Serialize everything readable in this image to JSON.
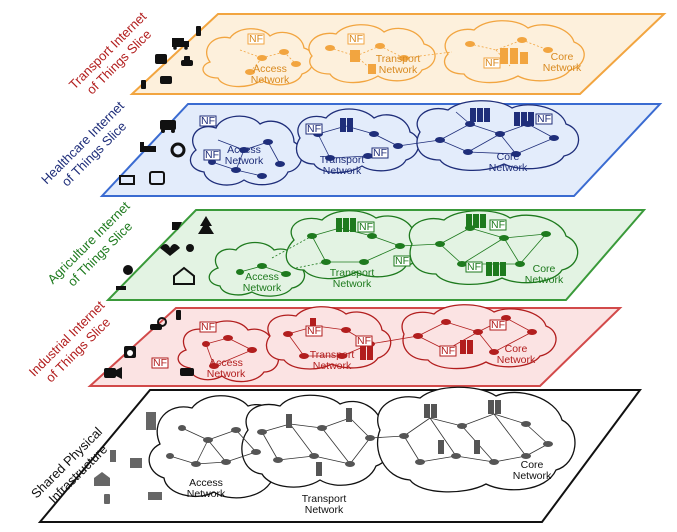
{
  "colors": {
    "transport": {
      "stroke": "#f2a540",
      "fill": "#fdf0dc",
      "icon": "#f2a540",
      "text": "#d98a20"
    },
    "healthcare": {
      "stroke": "#3a6bd1",
      "fill": "#e3ecfb",
      "icon": "#1f2e7a",
      "text": "#1f2e7a"
    },
    "agriculture": {
      "stroke": "#3a9a3a",
      "fill": "#e3f3e3",
      "icon": "#1e7a1e",
      "text": "#1e7a1e"
    },
    "industrial": {
      "stroke": "#d24a4a",
      "fill": "#fbe3e3",
      "icon": "#b21e1e",
      "text": "#b21e1e"
    },
    "physical": {
      "stroke": "#111111",
      "fill": "#ffffff",
      "icon": "#666666",
      "text": "#111111"
    }
  },
  "slices": [
    {
      "key": "transport",
      "title_line1": "Transport Internet",
      "title_line2": "of Things Slice",
      "access_line1": "Access",
      "access_line2": "Network",
      "transport_line1": "Transport",
      "transport_line2": "Network",
      "core_line1": "Core",
      "core_line2": "Network",
      "nf": "NF"
    },
    {
      "key": "healthcare",
      "title_line1": "Healthcare Internet",
      "title_line2": "of Things Slice",
      "access_line1": "Access",
      "access_line2": "Network",
      "transport_line1": "Transport",
      "transport_line2": "Network",
      "core_line1": "Core",
      "core_line2": "Network",
      "nf": "NF"
    },
    {
      "key": "agriculture",
      "title_line1": "Agriculture Internet",
      "title_line2": "of Things Slice",
      "access_line1": "Access",
      "access_line2": "Network",
      "transport_line1": "Transport",
      "transport_line2": "Network",
      "core_line1": "Core",
      "core_line2": "Network",
      "nf": "NF"
    },
    {
      "key": "industrial",
      "title_line1": "Industrial Internet",
      "title_line2": "of Things Slice",
      "access_line1": "Access",
      "access_line2": "Network",
      "transport_line1": "Transport",
      "transport_line2": "Network",
      "core_line1": "Core",
      "core_line2": "Network",
      "nf": "NF"
    },
    {
      "key": "physical",
      "title_line1": "Shared Physical",
      "title_line2": "Infrastructure",
      "access_line1": "Access",
      "access_line2": "Network",
      "transport_line1": "Transport",
      "transport_line2": "Network",
      "core_line1": "Core",
      "core_line2": "Network",
      "nf": ""
    }
  ],
  "icons": {
    "transport": [
      "truck-icon",
      "car-icon",
      "bus-icon",
      "taxi-icon",
      "traffic-light-icon"
    ],
    "healthcare": [
      "ambulance-icon",
      "hospital-bed-icon",
      "medical-scanner-icon",
      "patient-bed-icon",
      "medical-device-icon"
    ],
    "agriculture": [
      "tractor-icon",
      "tree-icon",
      "sprout-icon",
      "flower-icon",
      "barn-animal-icon",
      "irrigation-icon"
    ],
    "industrial": [
      "surveillance-camera-icon",
      "washing-machine-icon",
      "video-camera-icon",
      "factory-robot-icon",
      "sensor-icon"
    ],
    "physical": [
      "building-icon",
      "house-icon",
      "shop-icon",
      "phone-icon",
      "laptop-icon",
      "antenna-icon"
    ]
  }
}
